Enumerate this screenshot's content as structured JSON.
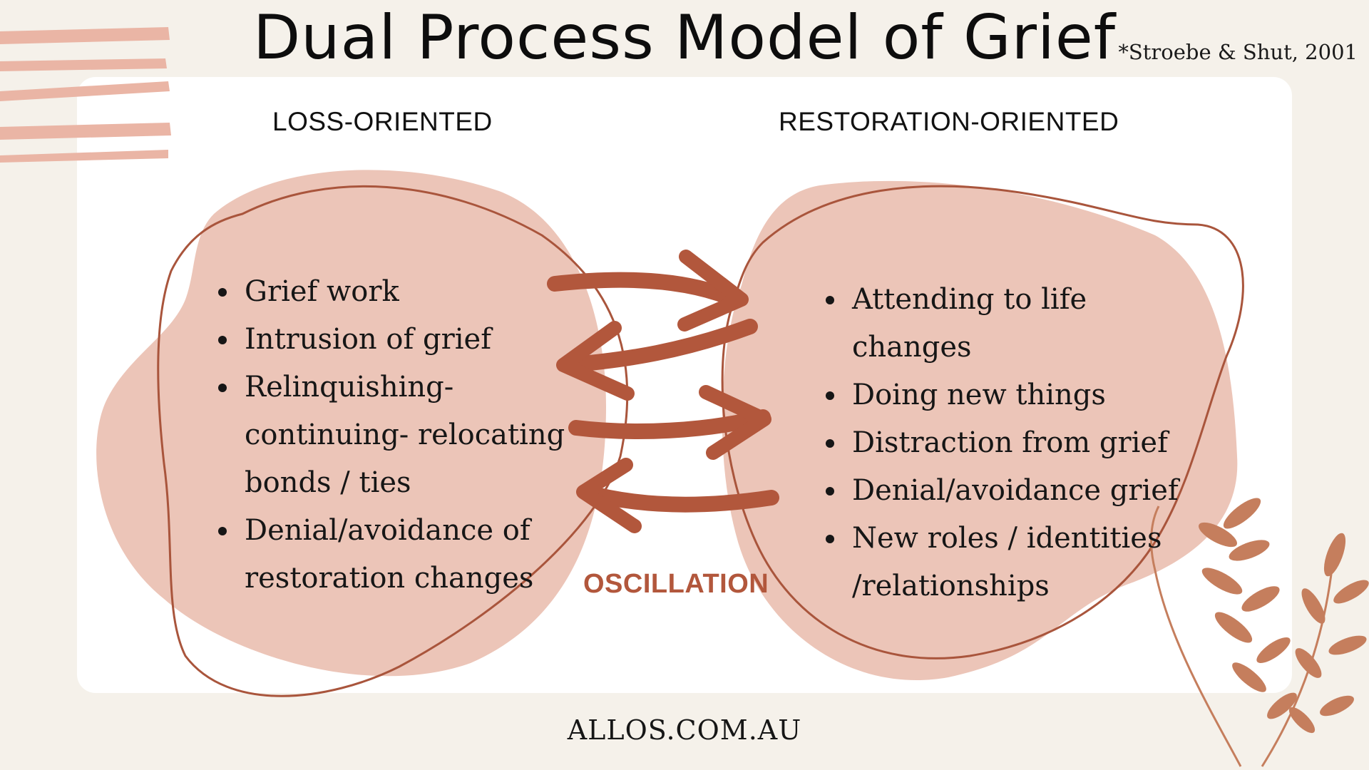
{
  "title": "Dual Process Model of Grief",
  "citation": "*Stroebe & Shut, 2001",
  "loss_oriented": {
    "heading": "LOSS-ORIENTED",
    "items": [
      "Grief work",
      "Intrusion of grief",
      "Relinquishing- continuing- relocating bonds / ties",
      "Denial/avoidance of restoration changes"
    ]
  },
  "restoration_oriented": {
    "heading": "RESTORATION-ORIENTED",
    "items": [
      "Attending to life changes",
      "Doing new things",
      "Distraction from grief",
      "Denial/avoidance grief",
      "New roles / identities /relationships"
    ]
  },
  "center_label": "OSCILLATION",
  "footer": "ALLOS.COM.AU",
  "colors": {
    "background": "#f5f1ea",
    "card": "#ffffff",
    "blob": "#ecc5b8",
    "outline": "#a9553c",
    "arrow": "#b2573c",
    "stripes": "#eab5a5",
    "leaves": "#c57e5d"
  },
  "icons": [
    "decorative-stripes",
    "arrow-right",
    "arrow-left",
    "leaf-branch"
  ]
}
